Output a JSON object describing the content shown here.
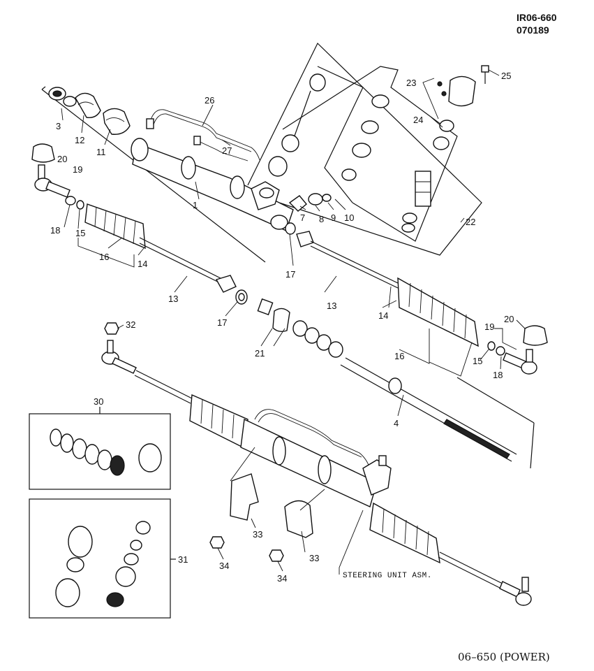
{
  "header": {
    "code_line1": "IR06-660",
    "code_line2": "070189"
  },
  "footer": {
    "caption": "06–650  (POWER)"
  },
  "labels": {
    "steering_unit": "STEERING UNIT ASM.",
    "n1": "1",
    "n3": "3",
    "n4": "4",
    "n7": "7",
    "n8": "8",
    "n9": "9",
    "n10": "10",
    "n11": "11",
    "n12": "12",
    "n13": "13",
    "n14": "14",
    "n15": "15",
    "n16": "16",
    "n17": "17",
    "n18": "18",
    "n19": "19",
    "n20": "20",
    "n21": "21",
    "n22": "22",
    "n23": "23",
    "n24": "24",
    "n25": "25",
    "n26": "26",
    "n27": "27",
    "n30": "30",
    "n31": "31",
    "n32": "32",
    "n33": "33",
    "n34": "34"
  }
}
